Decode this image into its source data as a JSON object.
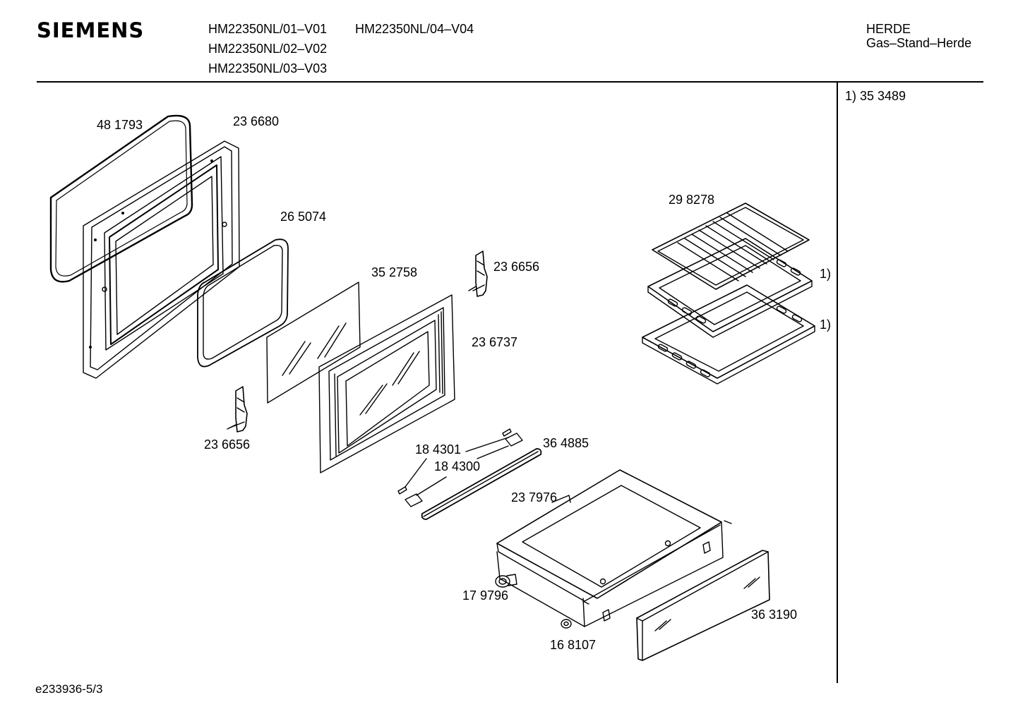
{
  "header": {
    "brand": "SIEMENS",
    "models": [
      "HM22350NL/01–V01",
      "HM22350NL/02–V02",
      "HM22350NL/03–V03",
      "HM22350NL/04–V04"
    ],
    "category": "HERDE",
    "subcategory": "Gas–Stand–Herde"
  },
  "notes": {
    "footnote": "1) 35 3489"
  },
  "parts": {
    "door_seal": "48 1793",
    "inner_door_panel": "23 6680",
    "inner_glass": "26 5074",
    "middle_glass": "35 2758",
    "hinge_right": "23 6656",
    "hinge_left": "23 6656",
    "outer_door": "23 6737",
    "grill_rack": "29 8278",
    "tray_upper_marker": "1)",
    "tray_lower_marker": "1)",
    "handle_cap_a": "18 4301",
    "handle_cap_b": "18 4300",
    "door_handle": "36 4885",
    "drawer": "23 7976",
    "drawer_roller": "17 9796",
    "drawer_front": "36 3190",
    "drawer_nut": "16 8107"
  },
  "footer": {
    "drawing_id": "e233936-5/3"
  }
}
